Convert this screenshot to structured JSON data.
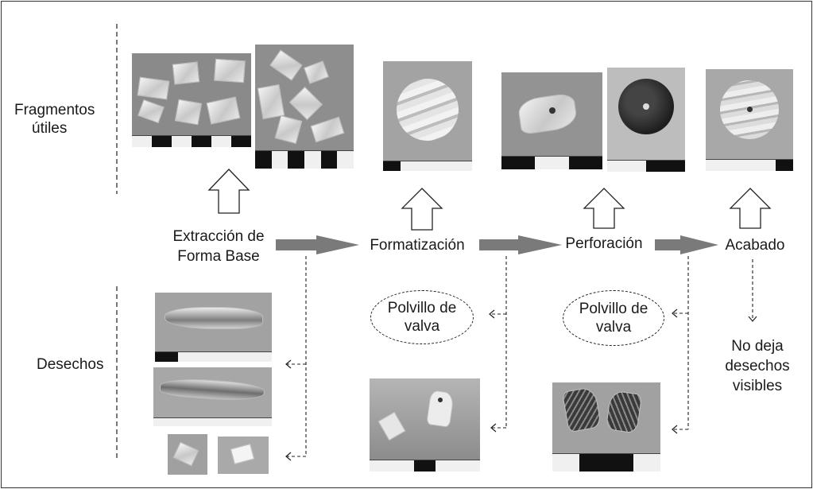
{
  "row_labels": {
    "useful_line1": "Fragmentos",
    "useful_line2": "útiles",
    "waste": "Desechos"
  },
  "stages": [
    {
      "line1": "Extracción de",
      "line2": "Forma Base"
    },
    {
      "line1": "Formatización"
    },
    {
      "line1": "Perforación"
    },
    {
      "line1": "Acabado"
    }
  ],
  "dust_labels": [
    {
      "line1": "Polvillo de",
      "line2": "valva"
    },
    {
      "line1": "Polvillo de",
      "line2": "valva"
    }
  ],
  "no_waste": {
    "line1": "No deja",
    "line2": "desechos",
    "line3": "visibles"
  },
  "colors": {
    "arrow_gray": "#7a7a7a",
    "photo_gray": "#8f8f8f",
    "line": "#222222"
  }
}
